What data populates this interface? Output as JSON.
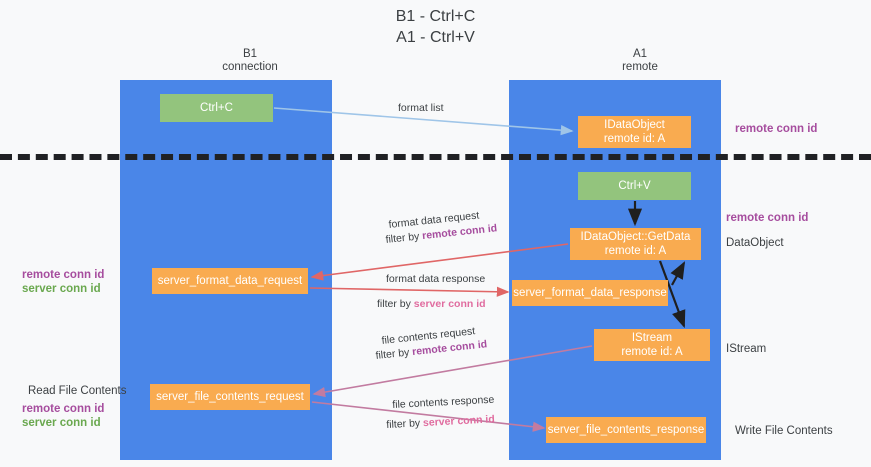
{
  "title": "B1 - Ctrl+C\nA1 - Ctrl+V",
  "columns": {
    "left": "B1\nconnection",
    "right": "A1\nremote"
  },
  "boxes": {
    "ctrl_c": "Ctrl+C",
    "idataobject": "IDataObject\nremote id: A",
    "ctrl_v": "Ctrl+V",
    "getdata": "IDataObject::GetData\nremote id: A",
    "server_format_data_request": "server_format_data_request",
    "server_format_data_response": "server_format_data_response",
    "istream": "IStream\nremote id: A",
    "server_file_contents_request": "server_file_contents_request",
    "server_file_contents_response": "server_file_contents_response"
  },
  "right_labels": {
    "remote_conn_id_top": "remote conn id",
    "remote_conn_id_mid": "remote conn id",
    "dataobject": "DataObject",
    "istream": "IStream",
    "write_file_contents": "Write File Contents"
  },
  "left_labels": {
    "remote_conn_id": "remote conn id",
    "server_conn_id": "server conn id",
    "read_file_contents": "Read File Contents",
    "remote_conn_id_2": "remote conn id",
    "server_conn_id_2": "server conn id"
  },
  "connectors": {
    "format_list": "format list",
    "format_data_request": "format data request",
    "format_data_request_filter_prefix": "filter by ",
    "format_data_request_filter_key": "remote conn id",
    "format_data_response": "format data response",
    "format_data_response_filter_prefix": "filter by ",
    "format_data_response_filter_key": "server conn id",
    "file_contents_request": "file contents request",
    "file_contents_request_filter_prefix": "filter by ",
    "file_contents_request_filter_key": "remote conn id",
    "file_contents_response": "file contents response",
    "file_contents_response_filter_prefix": "filter by ",
    "file_contents_response_filter_key": "server conn id"
  },
  "colors": {
    "lane": "#4a86e8",
    "green_box": "#93c47d",
    "orange_box": "#f9ab50",
    "purple": "#a64d9e",
    "green_text": "#6aa84f",
    "pink": "#e06c9f",
    "red_arrow": "#e06666",
    "light_blue_arrow": "#9fc5e8",
    "magenta_arrow": "#c27ba0",
    "background": "#f8f9fa"
  }
}
